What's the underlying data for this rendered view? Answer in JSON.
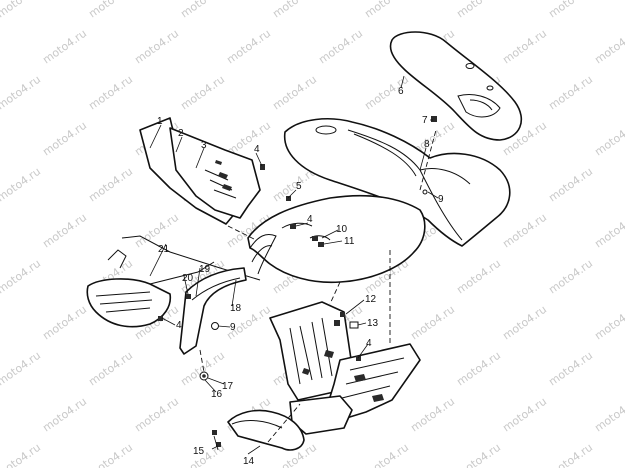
{
  "watermark": {
    "text": "moto4.ru"
  },
  "callouts": [
    {
      "id": "1",
      "text": "1"
    },
    {
      "id": "2",
      "text": "2"
    },
    {
      "id": "3",
      "text": "3"
    },
    {
      "id": "4a",
      "text": "4"
    },
    {
      "id": "4b",
      "text": "4"
    },
    {
      "id": "4c",
      "text": "4"
    },
    {
      "id": "4d",
      "text": "4"
    },
    {
      "id": "5",
      "text": "5"
    },
    {
      "id": "6",
      "text": "6"
    },
    {
      "id": "7",
      "text": "7"
    },
    {
      "id": "8",
      "text": "8"
    },
    {
      "id": "9a",
      "text": "9"
    },
    {
      "id": "9b",
      "text": "9"
    },
    {
      "id": "10",
      "text": "10"
    },
    {
      "id": "11",
      "text": "11"
    },
    {
      "id": "12",
      "text": "12"
    },
    {
      "id": "13",
      "text": "13"
    },
    {
      "id": "14",
      "text": "14"
    },
    {
      "id": "15",
      "text": "15"
    },
    {
      "id": "16",
      "text": "16"
    },
    {
      "id": "17",
      "text": "17"
    },
    {
      "id": "18",
      "text": "18"
    },
    {
      "id": "19",
      "text": "19"
    },
    {
      "id": "20",
      "text": "20"
    },
    {
      "id": "21",
      "text": "21"
    }
  ]
}
